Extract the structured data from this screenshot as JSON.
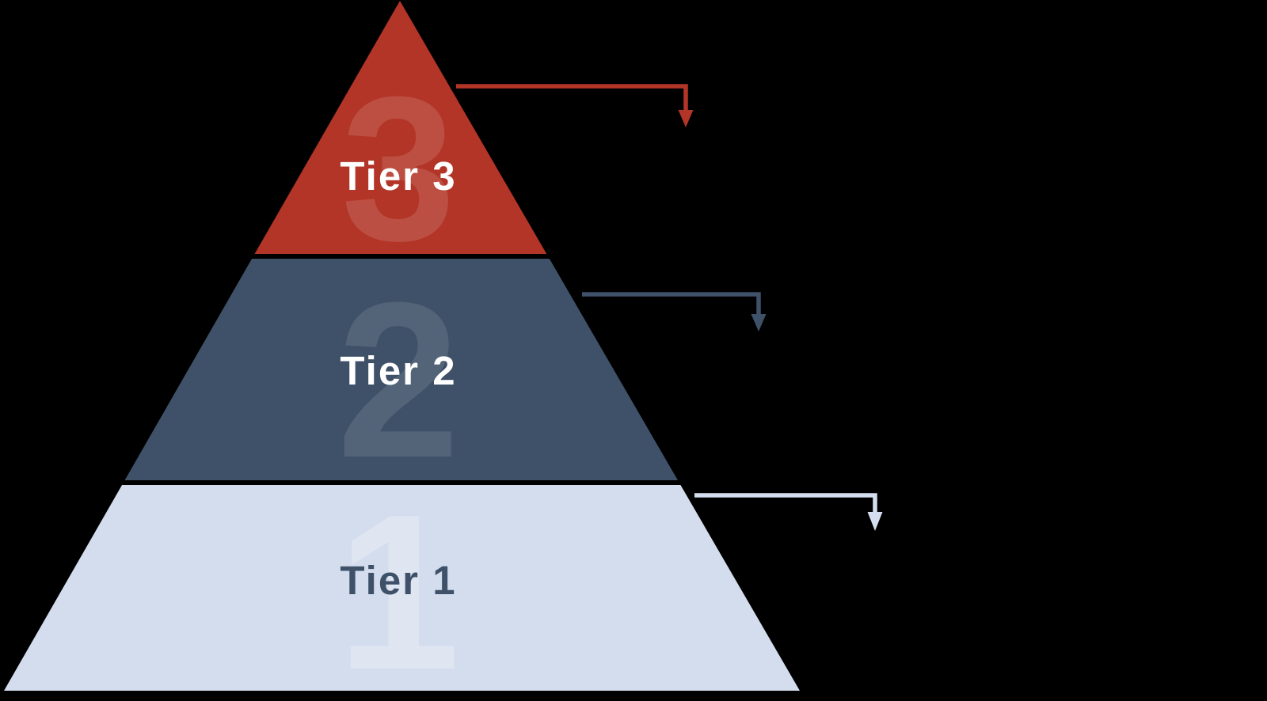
{
  "canvas": {
    "background": "#000000",
    "description": "Three-tier pyramid diagram with elbow arrows pointing right-then-down from each tier"
  },
  "pyramid": {
    "tiers": [
      {
        "name": "tier-3",
        "label": "Tier 3",
        "ghost_number": "3",
        "fill": "#b23527",
        "label_color": "#ffffff",
        "arrow_color": "#b23527",
        "position": "top"
      },
      {
        "name": "tier-2",
        "label": "Tier 2",
        "ghost_number": "2",
        "fill": "#3e5168",
        "label_color": "#ffffff",
        "arrow_color": "#3e5168",
        "position": "middle"
      },
      {
        "name": "tier-1",
        "label": "Tier 1",
        "ghost_number": "1",
        "fill": "#d3ddee",
        "label_color": "#3e5168",
        "arrow_color": "#d5deef",
        "position": "bottom"
      }
    ]
  }
}
